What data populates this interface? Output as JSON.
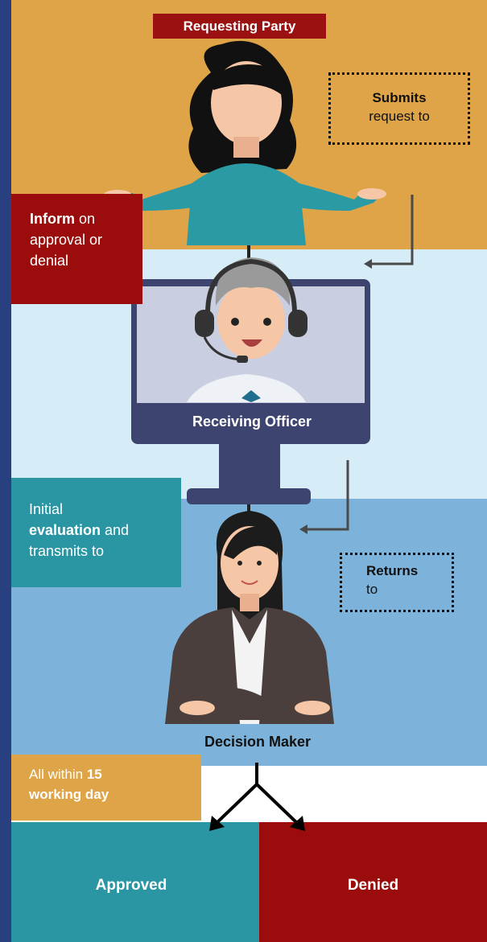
{
  "requesting_party": "Requesting Party",
  "submits": {
    "bold": "Submits",
    "rest": "request to"
  },
  "inform": {
    "bold": "Inform",
    "rest1": " on",
    "rest2": "approval or",
    "rest3": "denial"
  },
  "receiving_officer": "Receiving Officer",
  "initial": {
    "line1": "Initial",
    "bold": "evaluation",
    "rest2": " and",
    "line3": "transmits to"
  },
  "returns": {
    "bold": "Returns",
    "rest": "to"
  },
  "decision_maker": "Decision Maker",
  "within": {
    "pre": "All within ",
    "bold1": "15",
    "bold2": "working day"
  },
  "approved": "Approved",
  "denied": "Denied",
  "colors": {
    "orange": "#dea447",
    "red": "#9b0c0c",
    "teal": "#2a96a3",
    "light_blue": "#d6ecf7",
    "mid_blue": "#7db3db",
    "navy": "#2a3f86"
  }
}
